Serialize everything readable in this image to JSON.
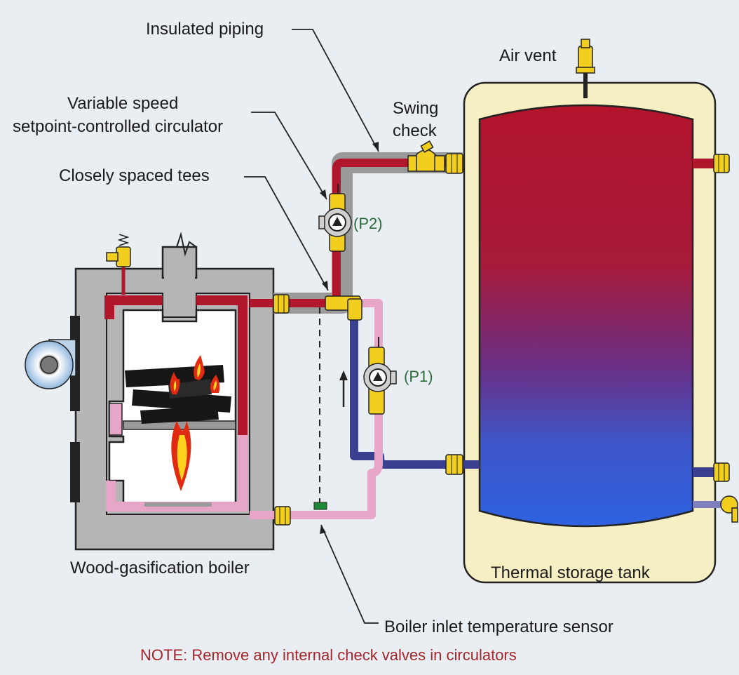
{
  "labels": {
    "insulated_piping": "Insulated piping",
    "variable_speed_line1": "Variable speed",
    "variable_speed_line2": "setpoint-controlled circulator",
    "closely_spaced_tees": "Closely spaced tees",
    "swing_check_line1": "Swing",
    "swing_check_line2": "check",
    "air_vent": "Air vent",
    "pump_p2": "(P2)",
    "pump_p1": "(P1)",
    "boiler": "Wood-gasification boiler",
    "tank": "Thermal storage tank",
    "sensor": "Boiler inlet temperature sensor",
    "note": "NOTE: Remove any internal check valves in circulators"
  },
  "colors": {
    "background": "#e9eef3",
    "hot_pipe": "#b0172d",
    "cool_pipe": "#3a3f8f",
    "return_pipe": "#e7a6c7",
    "insulation": "#9a9a9a",
    "brass": "#f2cf1f",
    "tank_jacket": "#f6efc3",
    "note_text": "#a4262c",
    "pump_label": "#2e6b3a"
  }
}
